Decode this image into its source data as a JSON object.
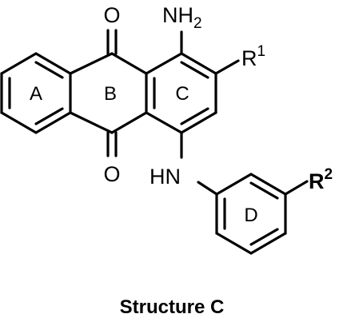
{
  "structure": {
    "caption": "Structure C",
    "atoms": {
      "oxygen_top": "O",
      "oxygen_bottom": "O",
      "amino_main": "NH",
      "amino_sub": "2",
      "r1_main": "R",
      "r1_sup": "1",
      "imino": "HN",
      "r2_main": "R",
      "r2_sup": "2"
    },
    "rings": {
      "a": "A",
      "b": "B",
      "c": "C",
      "d": "D"
    }
  },
  "colors": {
    "amino": "#1d1dd8",
    "r1": "#e00000",
    "default": "#000000"
  }
}
